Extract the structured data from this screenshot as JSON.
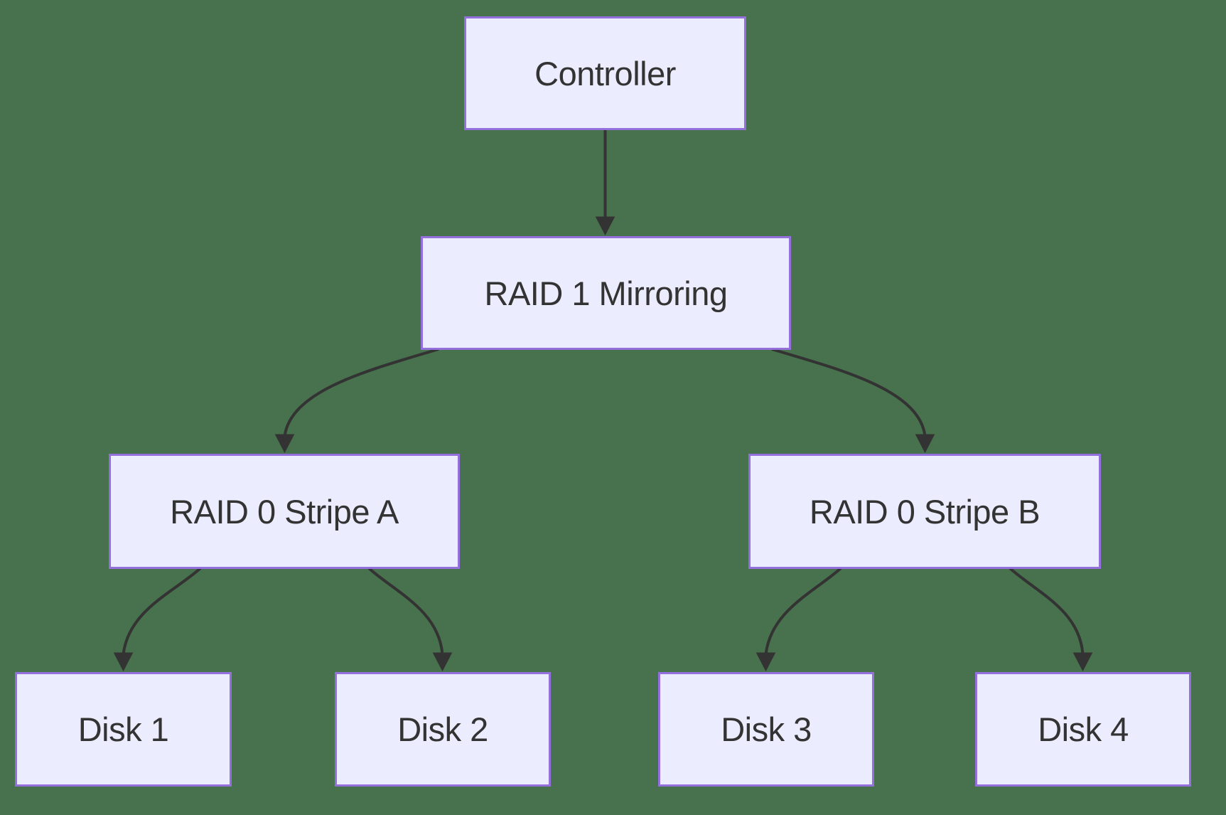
{
  "diagram": {
    "type": "flowchart",
    "direction": "top-down",
    "colors": {
      "background": "#48714D",
      "node_fill": "#ECECFF",
      "node_border": "#9370DB",
      "edge_color": "#333333",
      "text_color": "#333333"
    },
    "nodes": [
      {
        "id": "controller",
        "label": "Controller"
      },
      {
        "id": "raid1-mirroring",
        "label": "RAID 1 Mirroring"
      },
      {
        "id": "raid0-stripe-a",
        "label": "RAID 0 Stripe A"
      },
      {
        "id": "raid0-stripe-b",
        "label": "RAID 0 Stripe B"
      },
      {
        "id": "disk-1",
        "label": "Disk 1"
      },
      {
        "id": "disk-2",
        "label": "Disk 2"
      },
      {
        "id": "disk-3",
        "label": "Disk 3"
      },
      {
        "id": "disk-4",
        "label": "Disk 4"
      }
    ],
    "edges": [
      {
        "from": "Controller",
        "to": "RAID 1 Mirroring"
      },
      {
        "from": "RAID 1 Mirroring",
        "to": "RAID 0 Stripe A"
      },
      {
        "from": "RAID 1 Mirroring",
        "to": "RAID 0 Stripe B"
      },
      {
        "from": "RAID 0 Stripe A",
        "to": "Disk 1"
      },
      {
        "from": "RAID 0 Stripe A",
        "to": "Disk 2"
      },
      {
        "from": "RAID 0 Stripe B",
        "to": "Disk 3"
      },
      {
        "from": "RAID 0 Stripe B",
        "to": "Disk 4"
      }
    ]
  }
}
